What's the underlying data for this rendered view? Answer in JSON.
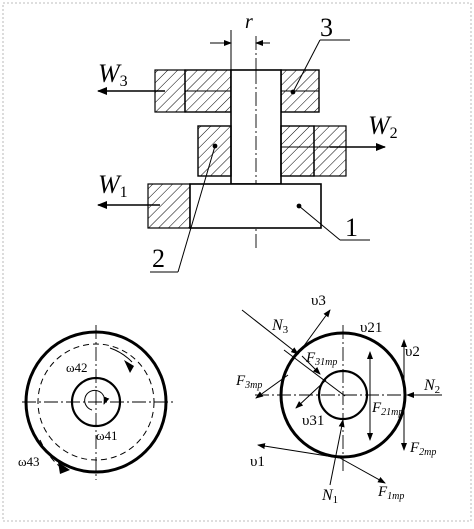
{
  "top": {
    "r": "r",
    "part3": "3",
    "part2": "2",
    "part1": "1",
    "W3": "W",
    "W3_sub": "3",
    "W2": "W",
    "W2_sub": "2",
    "W1": "W",
    "W1_sub": "1"
  },
  "left_disc": {
    "omega42": "ω42",
    "omega41": "ω41",
    "omega43": "ω43"
  },
  "right_disc": {
    "v3": "υ3",
    "v21": "υ21",
    "v2": "υ2",
    "v31": "υ31",
    "v1": "υ1",
    "N3": "N",
    "N3_sub": "3",
    "N2": "N",
    "N2_sub": "2",
    "N1": "N",
    "N1_sub": "1",
    "F31": "F",
    "F31_sub": "31тр",
    "F3": "F",
    "F3_sub": "3тр",
    "F21": "F",
    "F21_sub": "21тр",
    "F2": "F",
    "F2_sub": "2тр",
    "F1": "F",
    "F1_sub": "1тр"
  }
}
